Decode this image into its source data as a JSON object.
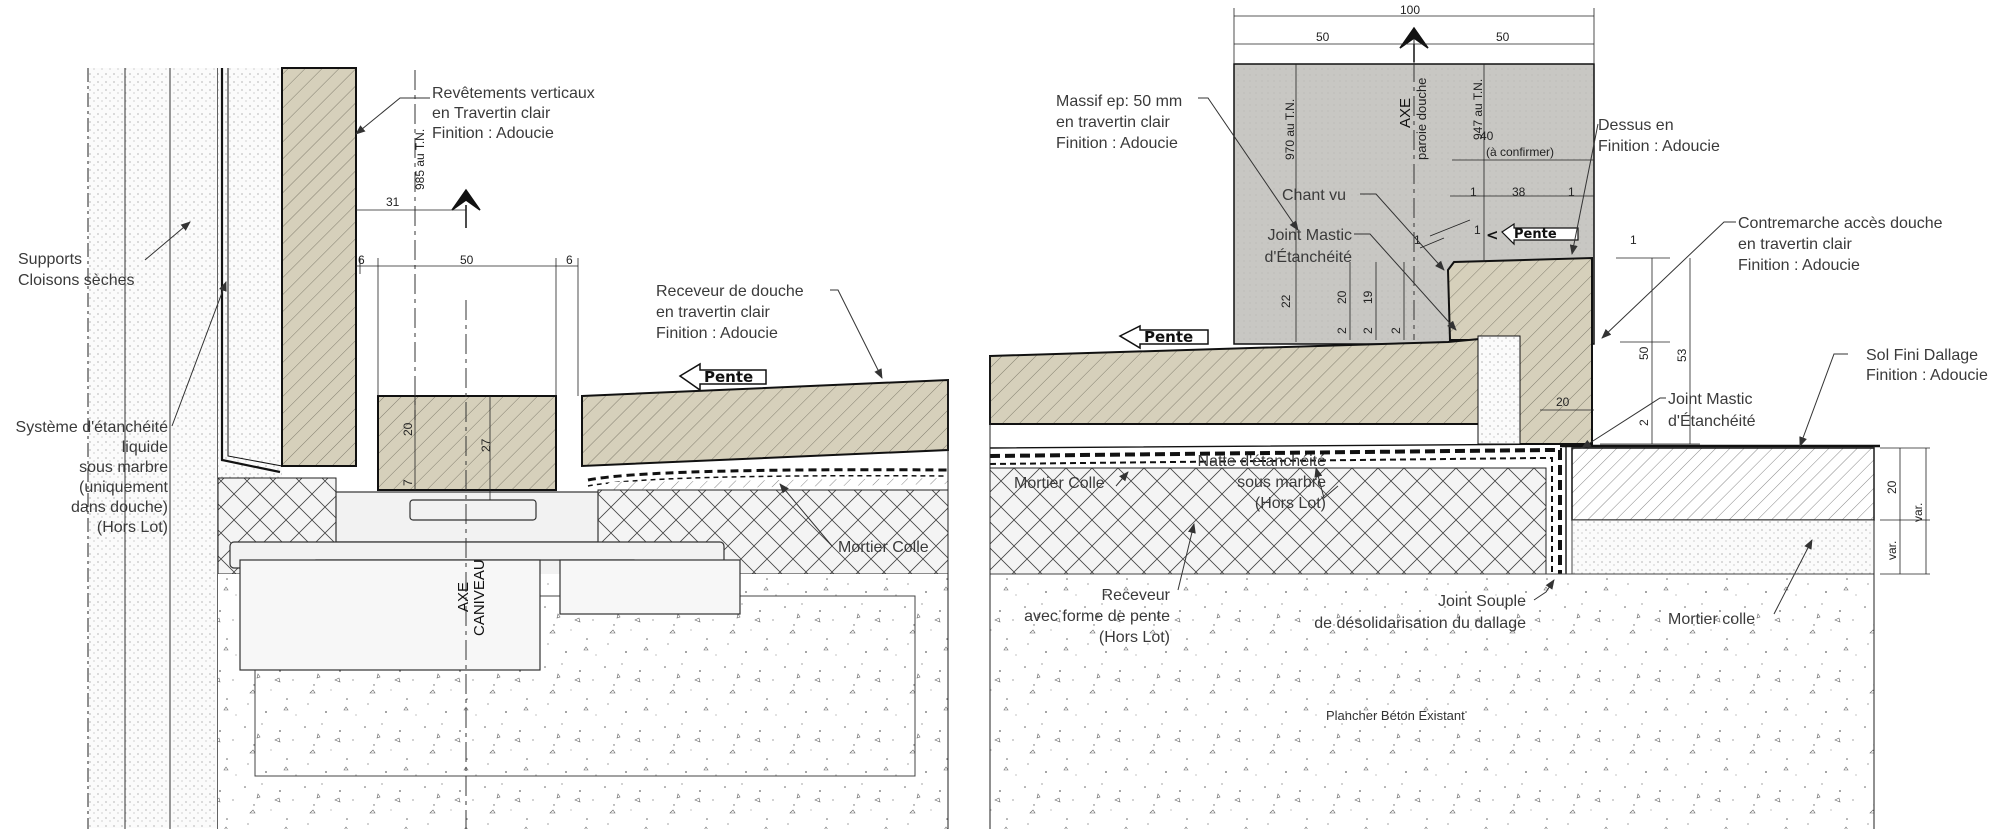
{
  "labels": {
    "revetements": [
      "Revêtements verticaux",
      "en Travertin clair",
      "Finition : Adoucie"
    ],
    "supports": [
      "Supports",
      "Cloisons sèches"
    ],
    "etancheite": [
      "Système d'étanchéité",
      "liquide",
      "sous marbre",
      "(uniquement",
      "dans douche)",
      "(Hors Lot)"
    ],
    "receveur": [
      "Receveur de douche",
      "en travertin clair",
      "Finition : Adoucie"
    ],
    "mortier_left": "Mortier Colle",
    "axe_caniveau": [
      "AXE",
      "CANIVEAU"
    ],
    "massif": [
      "Massif ep: 50 mm",
      "en travertin clair",
      "Finition : Adoucie"
    ],
    "dessus": [
      "Dessus en",
      "Finition : Adoucie"
    ],
    "chant_vu": "Chant vu",
    "joint_mastic_top": [
      "Joint Mastic",
      "d'Étanchéité"
    ],
    "contremarche": [
      "Contremarche accès douche",
      "en travertin clair",
      "Finition : Adoucie"
    ],
    "sol_fini": [
      "Sol Fini Dallage",
      "Finition : Adoucie"
    ],
    "joint_mastic_bottom": [
      "Joint Mastic",
      "d'Étanchéité"
    ],
    "mortier_right_left": "Mortier Colle",
    "natte": [
      "Natte d'étanchéité",
      "sous marbre",
      "(Hors Lot)"
    ],
    "receveur_pente": [
      "Receveur",
      "avec forme de pente",
      "(Hors Lot)"
    ],
    "joint_souple": [
      "Joint Souple",
      "de désolidarisation du dallage"
    ],
    "mortier_colle_right": "Mortier colle",
    "plancher": "Plancher Béton Existant",
    "axe_paroi": [
      "AXE",
      "paroie douche"
    ],
    "a_confirmer": "(à confirmer)",
    "pente": "Pente"
  },
  "dims": {
    "left": {
      "h985": "985 au T.N.",
      "d31": "31",
      "d6a": "6",
      "d50": "50",
      "d6b": "6",
      "d20": "20",
      "d27": "27",
      "d7": "7"
    },
    "right": {
      "d100": "100",
      "d50a": "50",
      "d50b": "50",
      "h970": "970 au T.N.",
      "h947": "947 au T.N.",
      "d40": "40",
      "d1a": "1",
      "d38": "38",
      "d1b": "1",
      "d1c": "1",
      "d1d": "1",
      "d1e": "1",
      "d22": "22",
      "d20": "20",
      "d19": "19",
      "d2a": "2",
      "d2b": "2",
      "d2c": "2",
      "d50v": "50",
      "d53": "53",
      "d20b": "20",
      "d2d": "2",
      "d20c": "20",
      "var1": "var.",
      "var2": "var."
    }
  },
  "colors": {
    "stone": "#d6d0bb",
    "massif": "#c8c7c3",
    "line": "#1a1a1a",
    "screed": "#f0f0f0"
  }
}
